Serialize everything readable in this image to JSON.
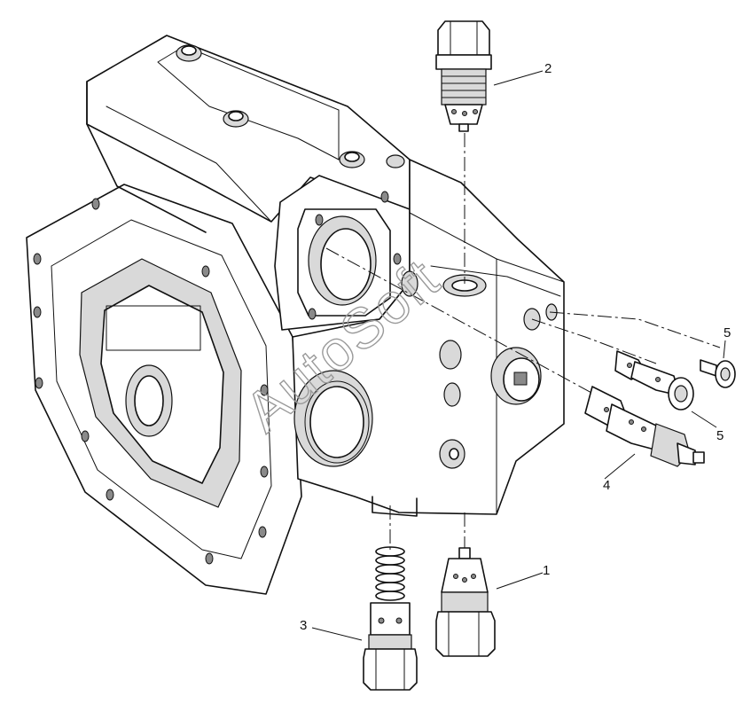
{
  "diagram": {
    "watermark": "AutoSoft",
    "callouts": [
      {
        "id": "callout-1",
        "label": "1"
      },
      {
        "id": "callout-2",
        "label": "2"
      },
      {
        "id": "callout-3",
        "label": "3"
      },
      {
        "id": "callout-4",
        "label": "4"
      },
      {
        "id": "callout-5a",
        "label": "5"
      },
      {
        "id": "callout-5b",
        "label": "5"
      }
    ]
  }
}
